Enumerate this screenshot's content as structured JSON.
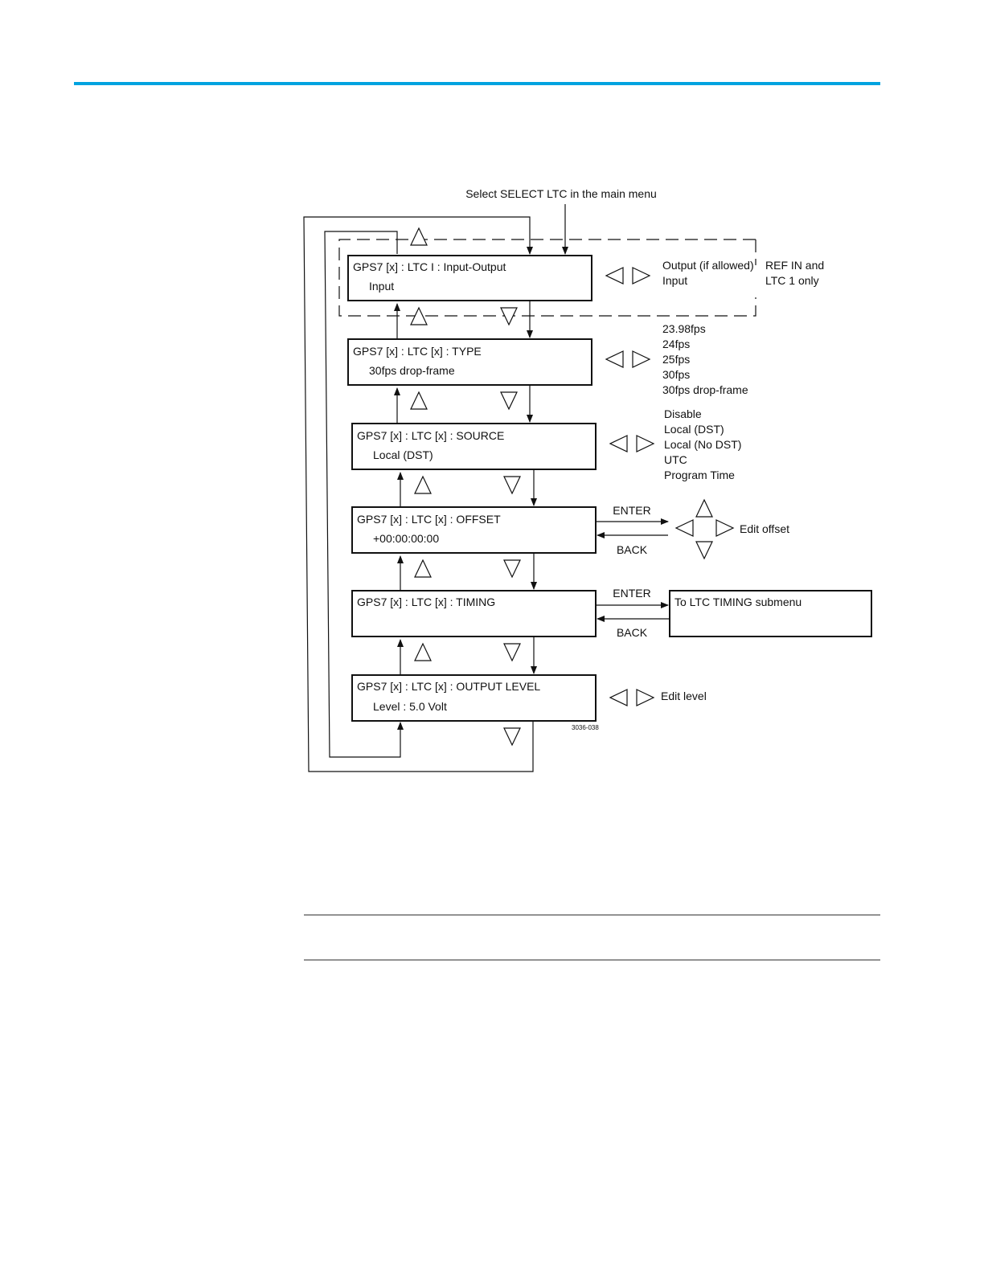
{
  "colors": {
    "accent_rule": "#00a3e0",
    "line": "#111111"
  },
  "diagram": {
    "entry_label": "Select SELECT LTC in the main menu",
    "menus": [
      {
        "title": "GPS7 [x] : LTC I : Input-Output",
        "value": "Input"
      },
      {
        "title": "GPS7 [x] : LTC [x] : TYPE",
        "value": "30fps drop-frame"
      },
      {
        "title": "GPS7 [x] : LTC [x] : SOURCE",
        "value": "Local (DST)"
      },
      {
        "title": "GPS7 [x] : LTC [x] : OFFSET",
        "value": "+00:00:00:00"
      },
      {
        "title": "GPS7 [x] : LTC [x] : TIMING",
        "value": ""
      },
      {
        "title": "GPS7 [x] : LTC [x] : OUTPUT LEVEL",
        "value": "Level : 5.0 Volt"
      }
    ],
    "io_options": [
      "Output (if allowed)",
      "Input"
    ],
    "io_note": [
      "REF IN and",
      "LTC 1 only"
    ],
    "type_options": [
      "23.98fps",
      "24fps",
      "25fps",
      "30fps",
      "30fps drop-frame"
    ],
    "source_options": [
      "Disable",
      "Local (DST)",
      "Local (No DST)",
      "UTC",
      "Program Time"
    ],
    "enter_label": "ENTER",
    "back_label": "BACK",
    "edit_offset_label": "Edit offset",
    "timing_submenu_label": "To LTC TIMING submenu",
    "edit_level_label": "Edit level",
    "figure_id": "3036-038",
    "icons": [
      "up-arrow-icon",
      "down-arrow-icon",
      "left-arrow-icon",
      "right-arrow-icon"
    ]
  }
}
